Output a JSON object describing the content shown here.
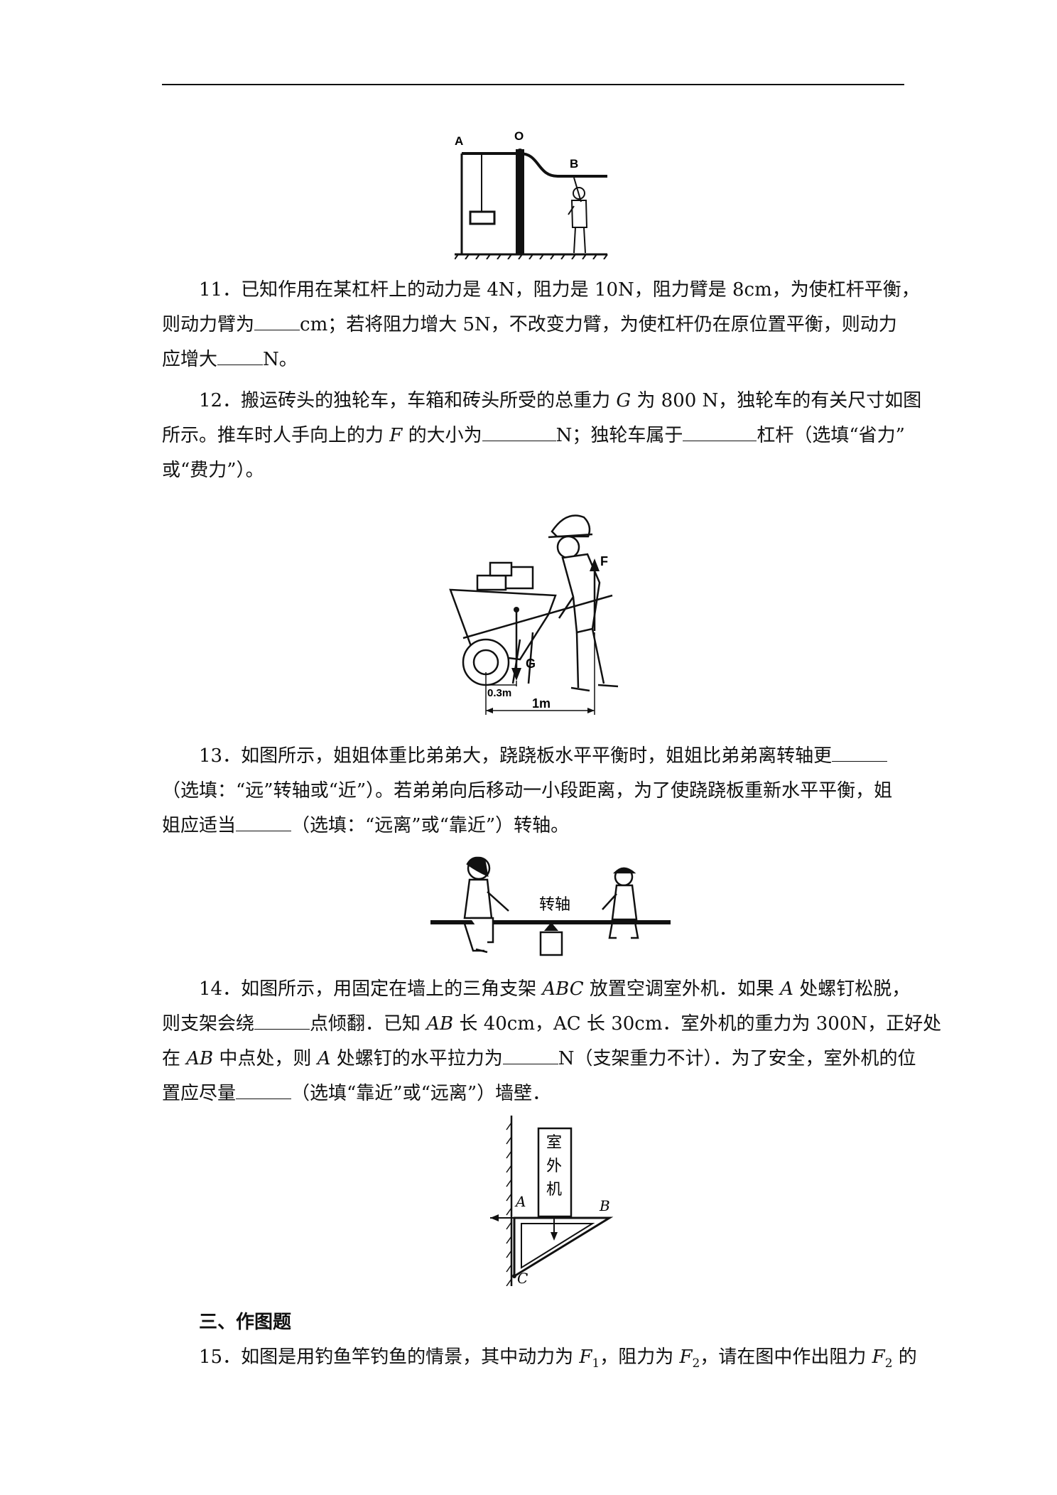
{
  "q11": {
    "number": "11．",
    "l1": "已知作用在某杠杆上的动力是 4N，阻力是 10N，阻力臂是 8cm，为使杠杆平衡，",
    "l2a": "则动力臂为",
    "l2b": "cm；若将阻力增大 5N，不改变力臂，为使杠杆仍在原位置平衡，则动力",
    "l3a": "应增大",
    "l3b": "N。",
    "fig_labels": {
      "a": "A",
      "o": "O",
      "b": "B"
    }
  },
  "q12": {
    "number": "12．",
    "l1a": "搬运砖头的独轮车，车箱和砖头所受的总重力 ",
    "l1g": "G",
    "l1b": " 为 800 N，独轮车的有关尺寸如图",
    "l2a": "所示。推车时人手向上的力 ",
    "l2f": "F",
    "l2b": " 的大小为",
    "l2c": "N；独轮车属于",
    "l2d": "杠杆（选填“省力”",
    "l3": "或“费力”）。",
    "fig_labels": {
      "f": "F",
      "g": "G",
      "d1": "0.3m",
      "d2": "1m"
    }
  },
  "q13": {
    "number": "13．",
    "l1": "如图所示，姐姐体重比弟弟大，跷跷板水平平衡时，姐姐比弟弟离转轴更",
    "l2": "（选填：“远”转轴或“近”）。若弟弟向后移动一小段距离，为了使跷跷板重新水平平衡，姐",
    "l3a": "姐应适当",
    "l3b": "（选填：“远离”或“靠近”）转轴。",
    "fig_labels": {
      "pivot": "转轴"
    }
  },
  "q14": {
    "number": "14．",
    "l1a": "如图所示，用固定在墙上的三角支架 ",
    "l1abc": "ABC",
    "l1b": " 放置空调室外机．如果 ",
    "l1A": "A",
    "l1c": " 处螺钉松脱，",
    "l2a": "则支架会绕",
    "l2b": "点倾翻．已知 ",
    "l2ab": "AB",
    "l2c": " 长 40cm，AC 长 30cm．室外机的重力为 300N，正好处",
    "l3a": "在 ",
    "l3ab": "AB",
    "l3b": " 中点处，则 ",
    "l3A": "A",
    "l3c": " 处螺钉的水平拉力为",
    "l3d": "N（支架重力不计）．为了安全，室外机的位",
    "l4a": "置应尽量",
    "l4b": "（选填“靠近”或“远离”）墙壁．",
    "fig_labels": {
      "unit1": "室",
      "unit2": "外",
      "unit3": "机",
      "a": "A",
      "b": "B",
      "c": "C"
    }
  },
  "section3": {
    "title": "三、作图题"
  },
  "q15": {
    "number": "15．",
    "t1": "如图是用钓鱼竿钓鱼的情景，其中动力为 ",
    "f1": "F",
    "f1sub": "1",
    "t2": "，阻力为 ",
    "f2": "F",
    "f2sub": "2",
    "t3": "，请在图中作出阻力 ",
    "f3": "F",
    "f3sub": "2",
    "t4": " 的"
  }
}
